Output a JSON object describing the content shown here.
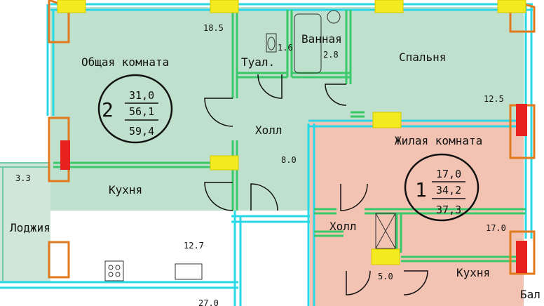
{
  "apartment_2": {
    "rooms_count": "2",
    "living_area": "31,0",
    "area_no_balcony": "56,1",
    "total_area": "59,4",
    "rooms": {
      "living_room": {
        "name": "Общая комната",
        "area": "18.5"
      },
      "toilet": {
        "name": "Туал.",
        "area": "1.6"
      },
      "bathroom": {
        "name": "Ванная",
        "area": "2.8"
      },
      "bedroom": {
        "name": "Спальня",
        "area": "12.5"
      },
      "hall": {
        "name": "Холл",
        "area": "8.0"
      },
      "kitchen": {
        "name": "Кухня",
        "area": "12.7"
      },
      "loggia": {
        "name": "Лоджия",
        "area": "3.3"
      }
    }
  },
  "apartment_1": {
    "rooms_count": "1",
    "living_area": "17,0",
    "area_no_balcony": "34,2",
    "total_area": "37,3",
    "rooms": {
      "living_room": {
        "name": "Жилая комната",
        "area": "17.0"
      },
      "hall": {
        "name": "Холл",
        "area": "5.0"
      },
      "kitchen": {
        "name": "Кухня"
      },
      "balcony": {
        "name": "Бал"
      }
    }
  },
  "bottom_partial_area": "27.0",
  "colors": {
    "apartment_2_fill": "#bfe0cc",
    "apartment_1_fill": "#f2c3b2",
    "wall": "#3ac96a",
    "wall_outer": "#27d8e6",
    "window_marker": "#f3ea1f",
    "window_frame": "#e07a1e",
    "red_marker": "#e8221e"
  }
}
